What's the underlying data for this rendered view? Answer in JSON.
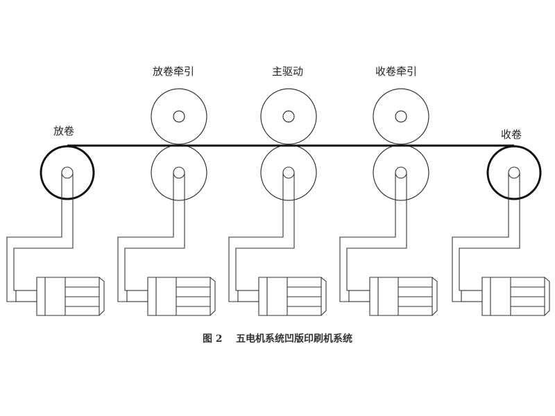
{
  "labels": {
    "unwind": "放卷",
    "unwind_traction": "放卷牵引",
    "main_drive": "主驱动",
    "rewind_traction": "收卷牵引",
    "rewind": "收卷"
  },
  "caption": {
    "figure_no": "图 2",
    "title": "五电机系统凹版印刷机系统"
  },
  "colors": {
    "line": "#333333",
    "web": "#111111",
    "background": "#ffffff"
  }
}
